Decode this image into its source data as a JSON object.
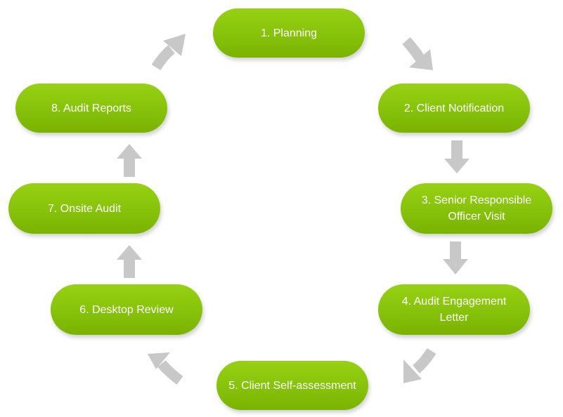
{
  "colors": {
    "node_fill": "#86c20a",
    "node_text": "#ffffff",
    "arrow": "#c8c8c8",
    "background": "#ffffff"
  },
  "steps": [
    {
      "label": "1. Planning"
    },
    {
      "label": "2. Client Notification"
    },
    {
      "label": "3. Senior Responsible\nOfficer Visit"
    },
    {
      "label": "4. Audit Engagement\nLetter"
    },
    {
      "label": "5. Client Self-assessment"
    },
    {
      "label": "6. Desktop Review"
    },
    {
      "label": "7. Onsite Audit"
    },
    {
      "label": "8. Audit Reports"
    }
  ]
}
